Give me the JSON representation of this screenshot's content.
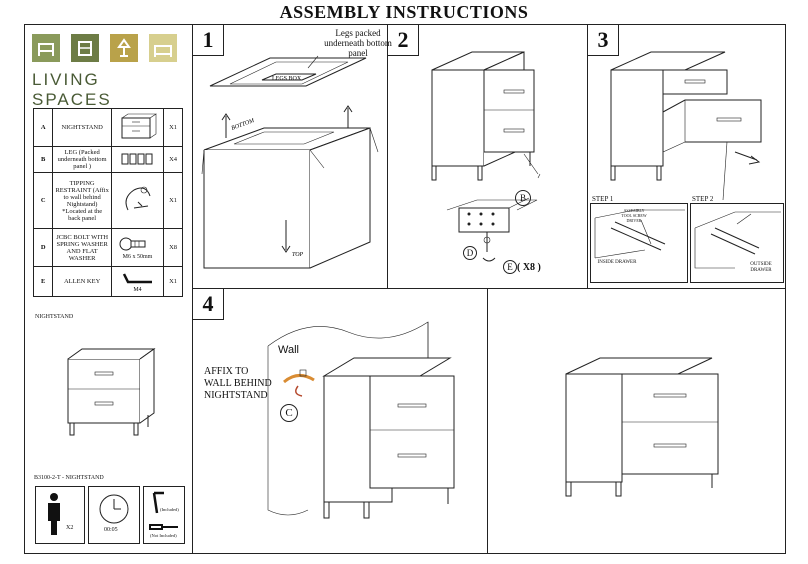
{
  "header": {
    "title": "ASSEMBLY INSTRUCTIONS"
  },
  "logo": {
    "text": "LIVING SPACES",
    "colors": [
      "#8a9a5b",
      "#6d7c45",
      "#b9a24a",
      "#d7cf8e"
    ]
  },
  "parts": [
    {
      "letter": "A",
      "name": "NIGHTSTAND",
      "qty": "X1",
      "icon": "nightstand-icon"
    },
    {
      "letter": "B",
      "name": "LEG (Packed underneath bottom panel )",
      "qty": "X4",
      "icon": "legs-icon"
    },
    {
      "letter": "C",
      "name": "TIPPING RESTRAINT (Affix to wall behind Nightstand) *Located at the back panel",
      "qty": "X1",
      "icon": "tipping-restraint-icon"
    },
    {
      "letter": "D",
      "name": "JCBC BOLT WITH SPRING WASHER AND FLAT WASHER",
      "qty": "X8",
      "icon": "bolt-icon",
      "size": "M6 x 50mm"
    },
    {
      "letter": "E",
      "name": "ALLEN KEY",
      "qty": "X1",
      "icon": "allen-key-icon",
      "size": "M4"
    }
  ],
  "product": {
    "label": "NIGHTSTAND",
    "model": "B3100-2-T - NIGHTSTAND"
  },
  "requirements": {
    "people": "X2",
    "time": "00:05",
    "included": "(Included)",
    "not_included": "(Not Included)"
  },
  "steps": {
    "s1": {
      "number": "1",
      "note": "Legs packed underneath bottom panel",
      "box_label": "LEGS BOX",
      "bottom": "BOTTOM",
      "top": "TOP"
    },
    "s2": {
      "number": "2",
      "callout_b": "B",
      "callout_d": "D",
      "callout_e": "E",
      "qty": "( X8 )"
    },
    "s3": {
      "number": "3",
      "step1": "STEP 1",
      "step2": "STEP 2",
      "inside": "INSIDE DRAWER",
      "outside": "OUTSIDE DRAWER",
      "tool": "ASSEMBLY TOOL SCREW DRIVER"
    },
    "s4": {
      "number": "4",
      "wall": "Wall",
      "affix": "AFFIX TO WALL BEHIND NIGHTSTAND",
      "callout_c": "C"
    }
  }
}
